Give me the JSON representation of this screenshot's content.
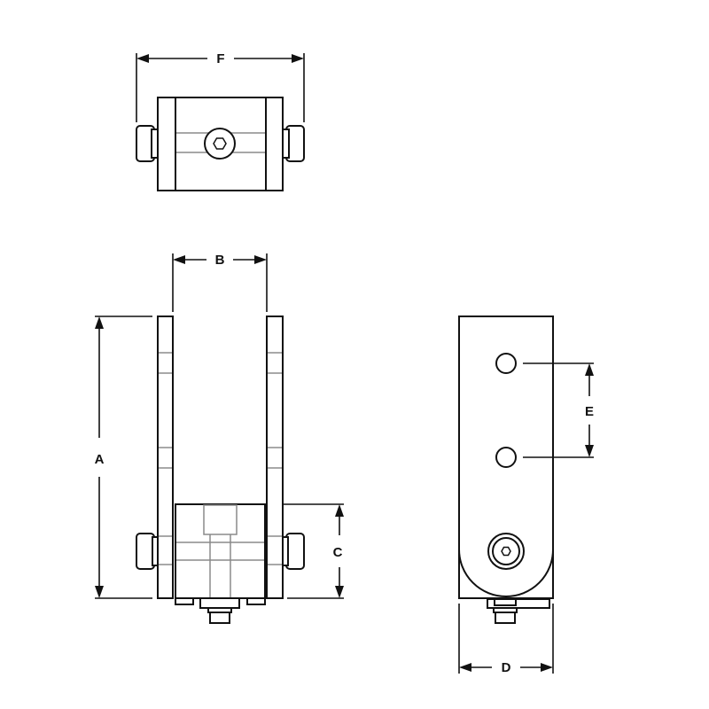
{
  "diagram": {
    "type": "mechanical-dimension-drawing",
    "views": [
      {
        "name": "top-view",
        "dimension_labels": [
          "F"
        ]
      },
      {
        "name": "front-view",
        "dimension_labels": [
          "A",
          "B",
          "C"
        ]
      },
      {
        "name": "side-view",
        "dimension_labels": [
          "D",
          "E"
        ]
      }
    ],
    "labels": {
      "A": "A",
      "B": "B",
      "C": "C",
      "D": "D",
      "E": "E",
      "F": "F"
    },
    "colors": {
      "line": "#111111",
      "hidden_line": "#8a8a8a",
      "background": "#ffffff"
    }
  }
}
